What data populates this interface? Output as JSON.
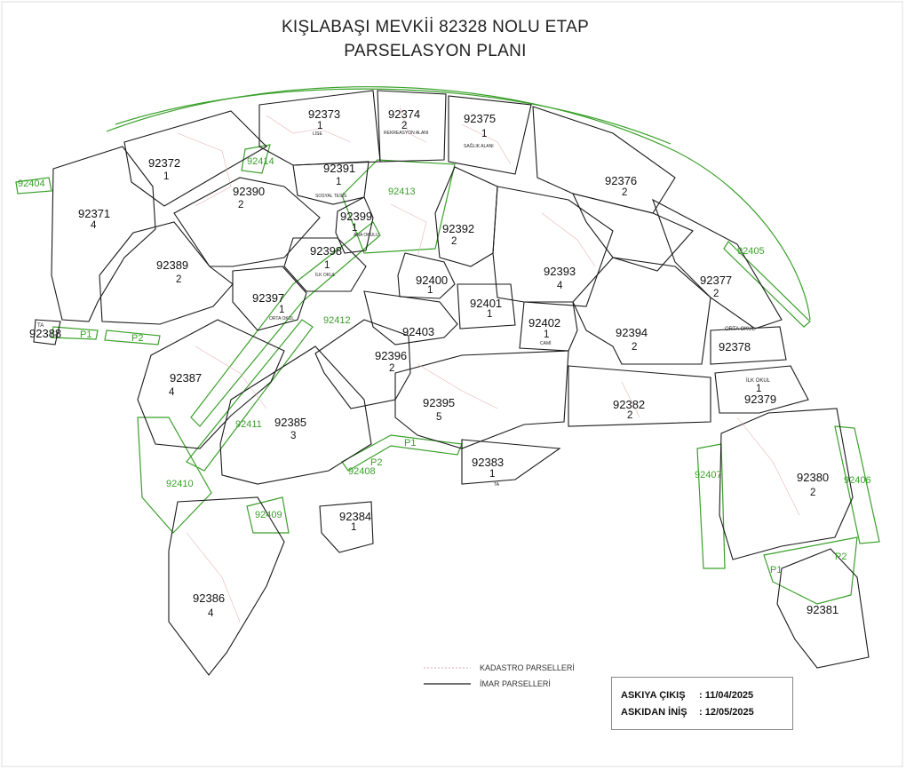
{
  "title_line1": "KIŞLABAŞI MEVKİİ 82328 NOLU ETAP",
  "title_line2": "PARSELASYON PLANI",
  "legend": {
    "kadastro": "KADASTRO PARSELLERİ",
    "imar": "İMAR PARSELLERİ"
  },
  "dates": {
    "askiya_cikis_label": "ASKIYA ÇIKIŞ",
    "askiya_cikis_value": ": 11/04/2025",
    "askidan_inis_label": "ASKIDAN İNİŞ",
    "askidan_inis_value": ": 12/05/2025"
  },
  "colors": {
    "imar_line": "#1a1a1a",
    "green_area": "#3aa02a",
    "kadastro_line": "#e3a0a8"
  },
  "parcels": [
    {
      "id": "92373",
      "block": "1",
      "use": "LİSE"
    },
    {
      "id": "92374",
      "block": "2",
      "use": "REKREASYON ALANI"
    },
    {
      "id": "92375",
      "block": "1",
      "use": "SAĞLIK ALANI"
    },
    {
      "id": "92372",
      "block": "1"
    },
    {
      "id": "92371",
      "block": "4"
    },
    {
      "id": "92391",
      "block": "1",
      "use": "SOSYAL TESİS"
    },
    {
      "id": "92390",
      "block": "2"
    },
    {
      "id": "92389",
      "block": "2"
    },
    {
      "id": "92399",
      "block": "1",
      "use": "ANA OKULU"
    },
    {
      "id": "92398",
      "block": "1",
      "use": "İLK OKUL"
    },
    {
      "id": "92397",
      "block": "1",
      "use": "ORTA OKUL"
    },
    {
      "id": "92392",
      "block": "2"
    },
    {
      "id": "92400",
      "block": "1"
    },
    {
      "id": "92401",
      "block": "1"
    },
    {
      "id": "92402",
      "block": "1",
      "use": "CAMİ"
    },
    {
      "id": "92403",
      "block": ""
    },
    {
      "id": "92393",
      "block": "4"
    },
    {
      "id": "92376",
      "block": "2"
    },
    {
      "id": "92377",
      "block": "2"
    },
    {
      "id": "92394",
      "block": "2"
    },
    {
      "id": "92378",
      "block": "",
      "use": "ORTA OKUL"
    },
    {
      "id": "92379",
      "block": "1",
      "use": "İLK OKUL"
    },
    {
      "id": "92396",
      "block": "2"
    },
    {
      "id": "92395",
      "block": "5"
    },
    {
      "id": "92382",
      "block": "2"
    },
    {
      "id": "92387",
      "block": "4"
    },
    {
      "id": "92385",
      "block": "3"
    },
    {
      "id": "92383",
      "block": "1",
      "use": "TA"
    },
    {
      "id": "92384",
      "block": "1"
    },
    {
      "id": "92380",
      "block": "2"
    },
    {
      "id": "92381",
      "block": ""
    },
    {
      "id": "92386",
      "block": "4"
    },
    {
      "id": "92388",
      "block": "",
      "use": "TA"
    }
  ],
  "green_areas": [
    "92414",
    "92404",
    "92413",
    "92412",
    "92411",
    "92410",
    "92409",
    "92408",
    "92405",
    "92406",
    "92407"
  ],
  "green_small": [
    "P1",
    "P2",
    "P1",
    "P2",
    "P1",
    "P2"
  ]
}
